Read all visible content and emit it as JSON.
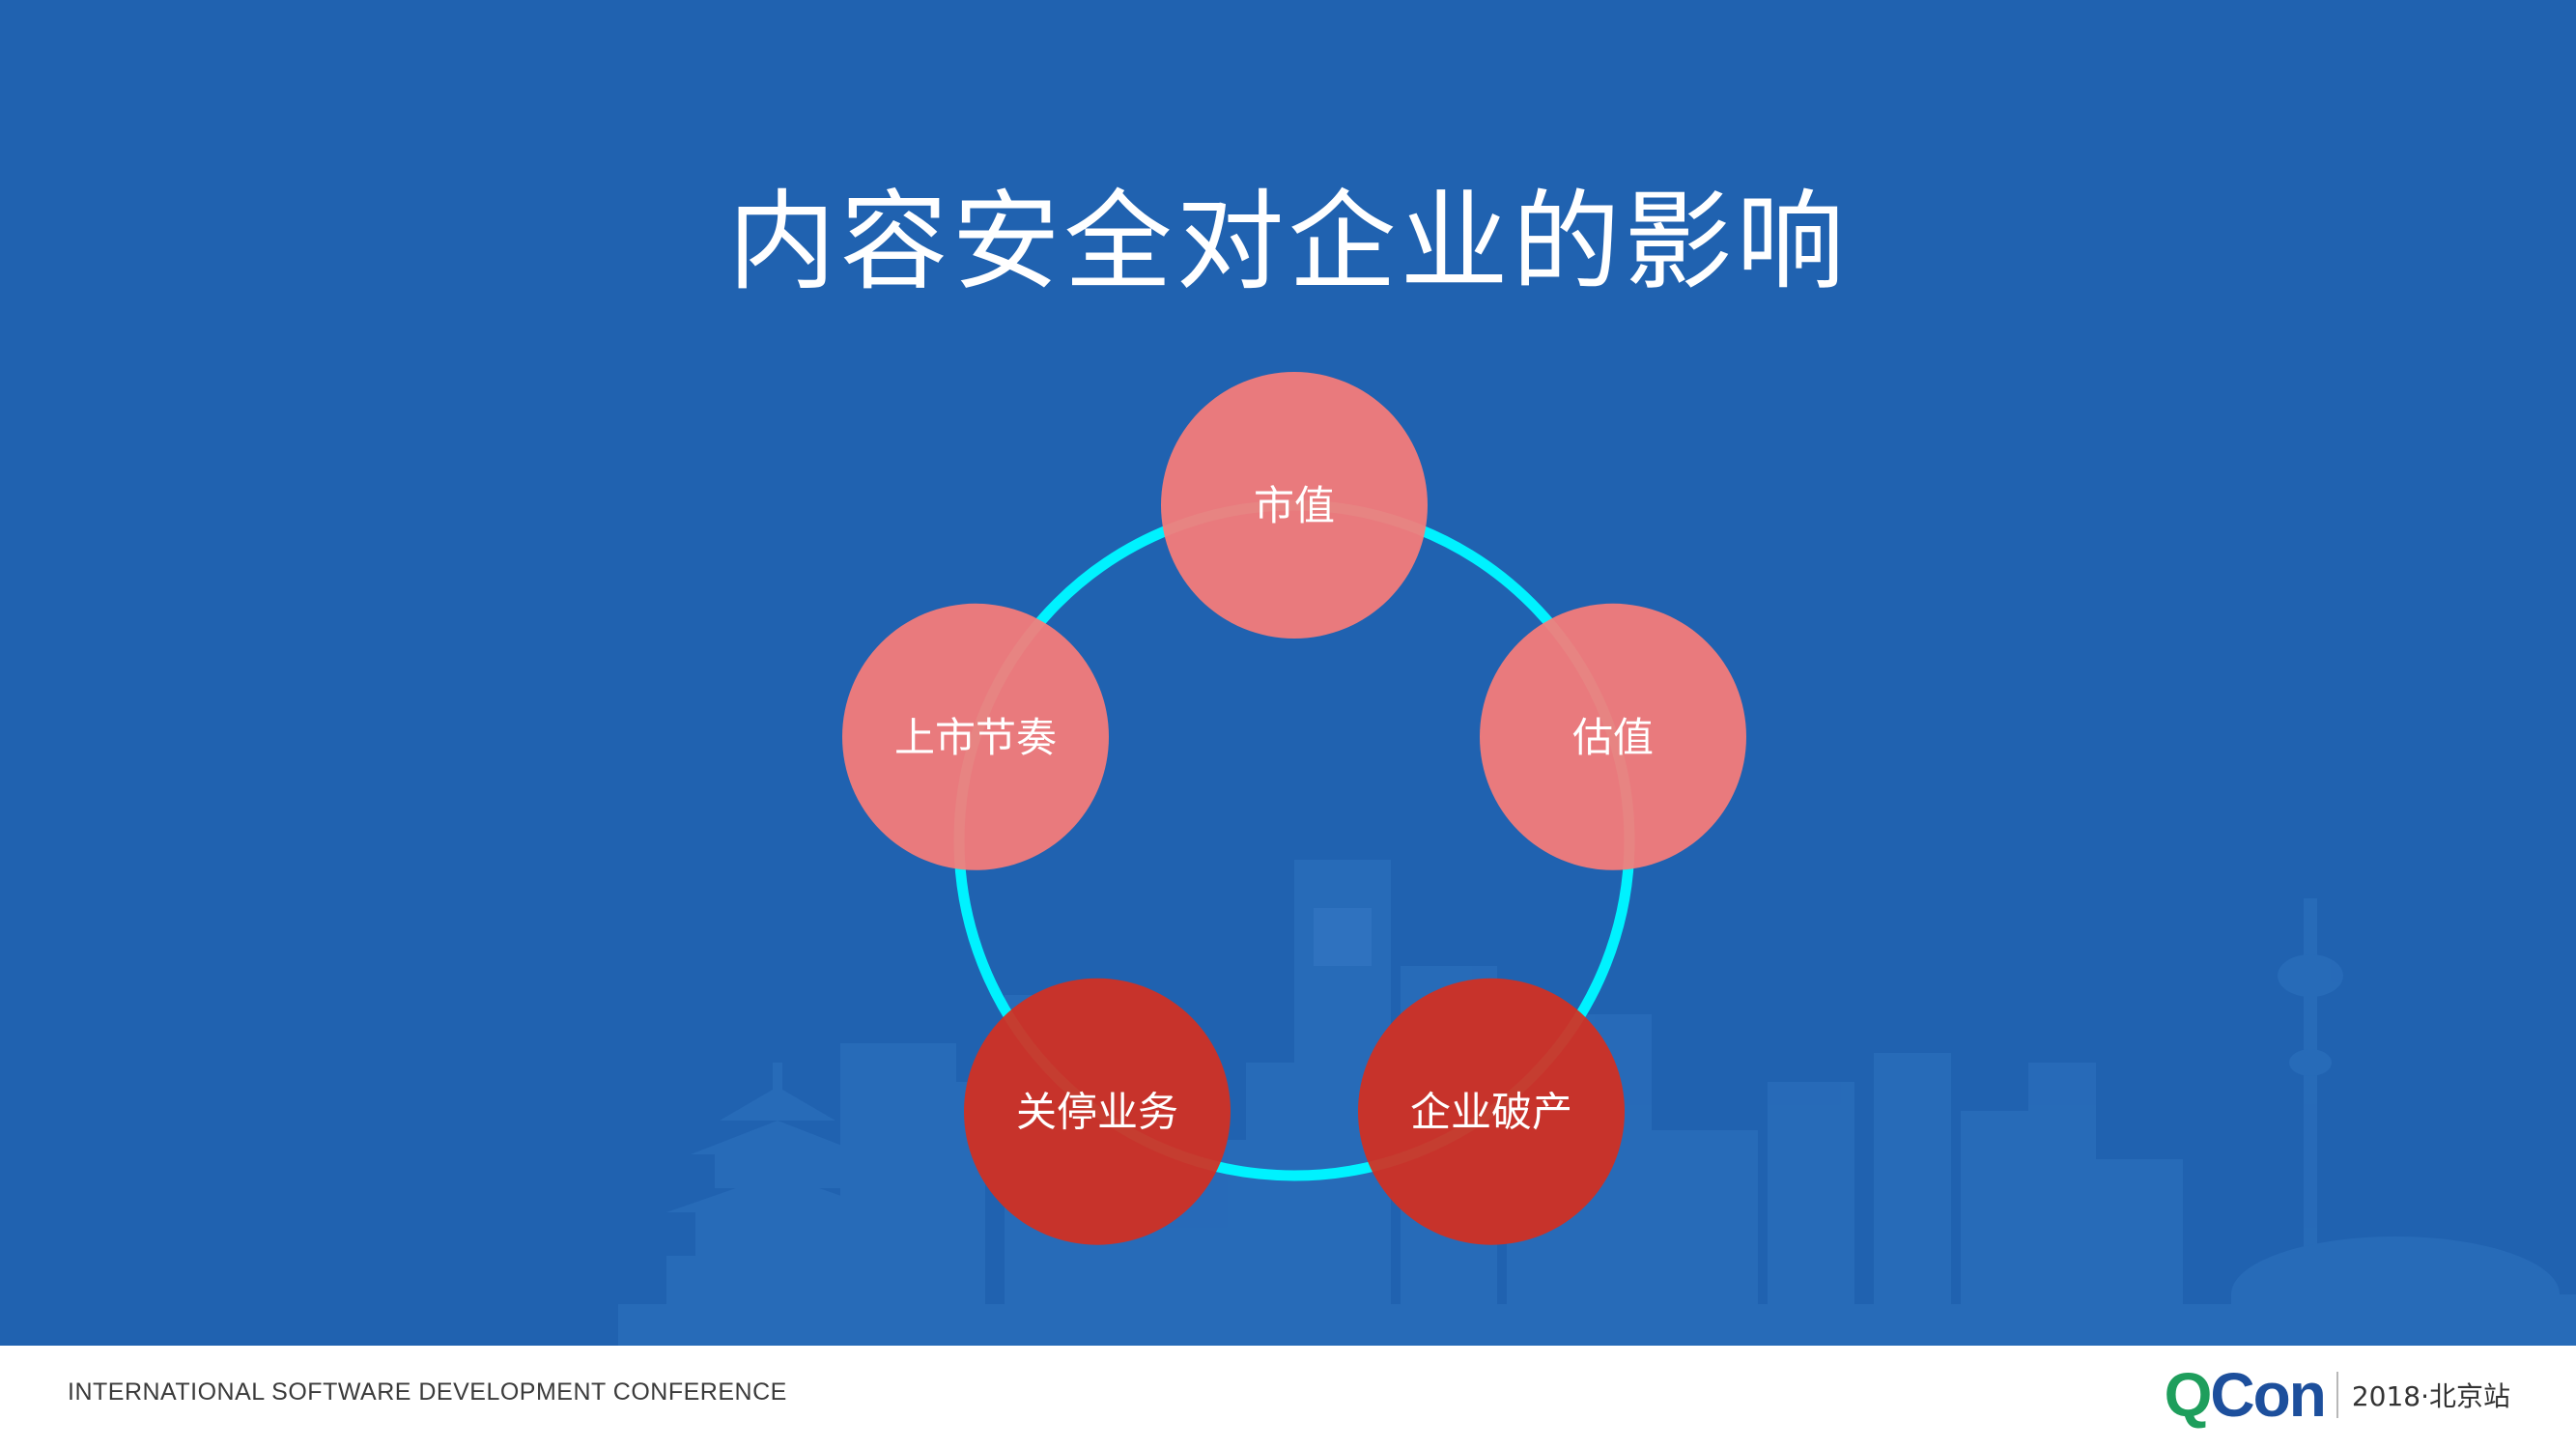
{
  "slide": {
    "title": "内容安全对企业的影响"
  },
  "diagram": {
    "ring_color": "#00F2FF",
    "nodes": [
      {
        "label": "市值",
        "color": "#F97C78"
      },
      {
        "label": "估值",
        "color": "#F97C78"
      },
      {
        "label": "企业破产",
        "color": "#D42F20"
      },
      {
        "label": "关停业务",
        "color": "#D42F20"
      },
      {
        "label": "上市节奏",
        "color": "#F97C78"
      }
    ]
  },
  "footer": {
    "conference_name": "INTERNATIONAL SOFTWARE DEVELOPMENT CONFERENCE",
    "brand_q": "Q",
    "brand_con": "Con",
    "edition": "2018·北京站"
  },
  "colors": {
    "background": "#2062B0",
    "footer_background": "#FFFFFF",
    "brand_green": "#1E9E5C",
    "brand_blue": "#1D4F9C"
  }
}
